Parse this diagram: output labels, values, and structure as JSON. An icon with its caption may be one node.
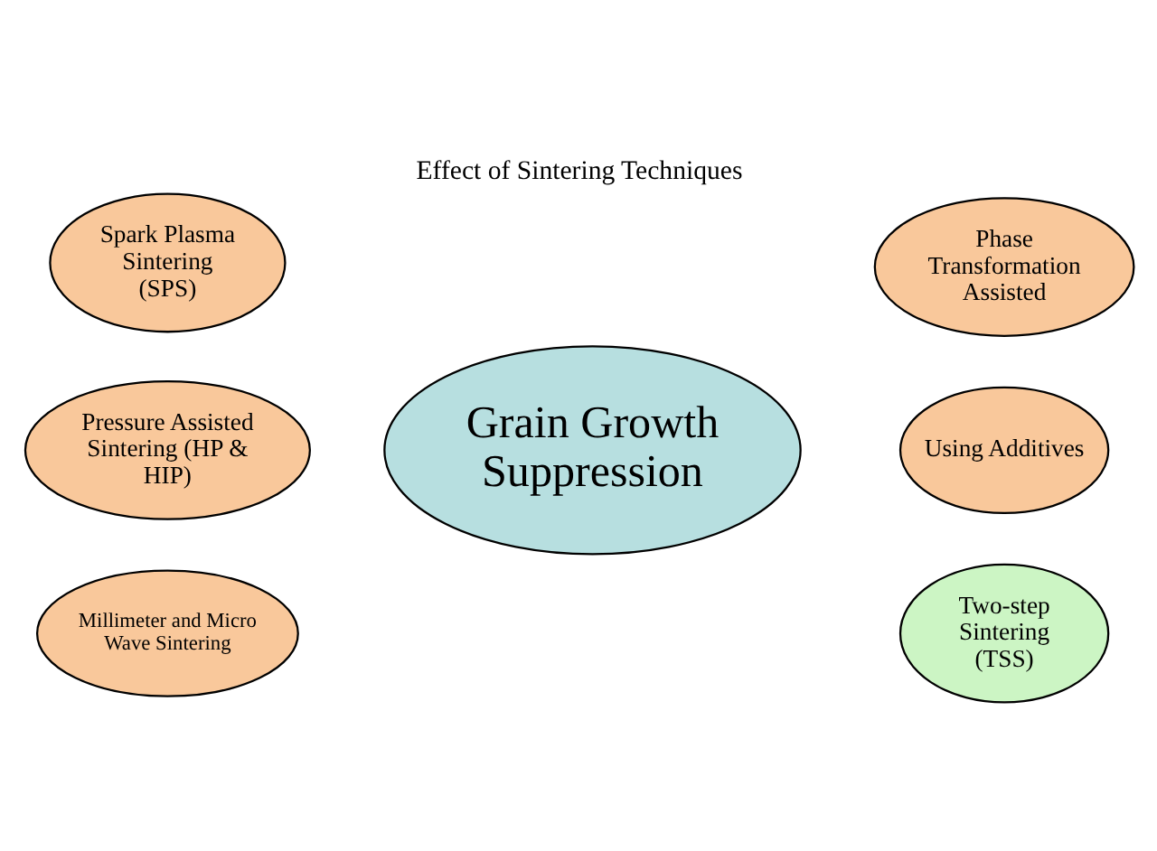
{
  "diagram": {
    "title": "Effect of Sintering Techniques",
    "nodes": [
      {
        "text": [
          "Spark Plasma Sintering (SPS)"
        ]
      },
      {
        "text": [
          "Phase Transformation Assisted"
        ]
      },
      {
        "text": [
          "Pressure Assisted Sintering (HP & HIP)"
        ]
      },
      {
        "text": [
          "Grain Growth Suppression"
        ]
      },
      {
        "text": [
          "Using Additives"
        ]
      },
      {
        "text": [
          "Millimeter and Micro Wave Sintering"
        ]
      },
      {
        "text": [
          "Two-step Sintering (TSS)"
        ]
      }
    ],
    "edges": []
  }
}
